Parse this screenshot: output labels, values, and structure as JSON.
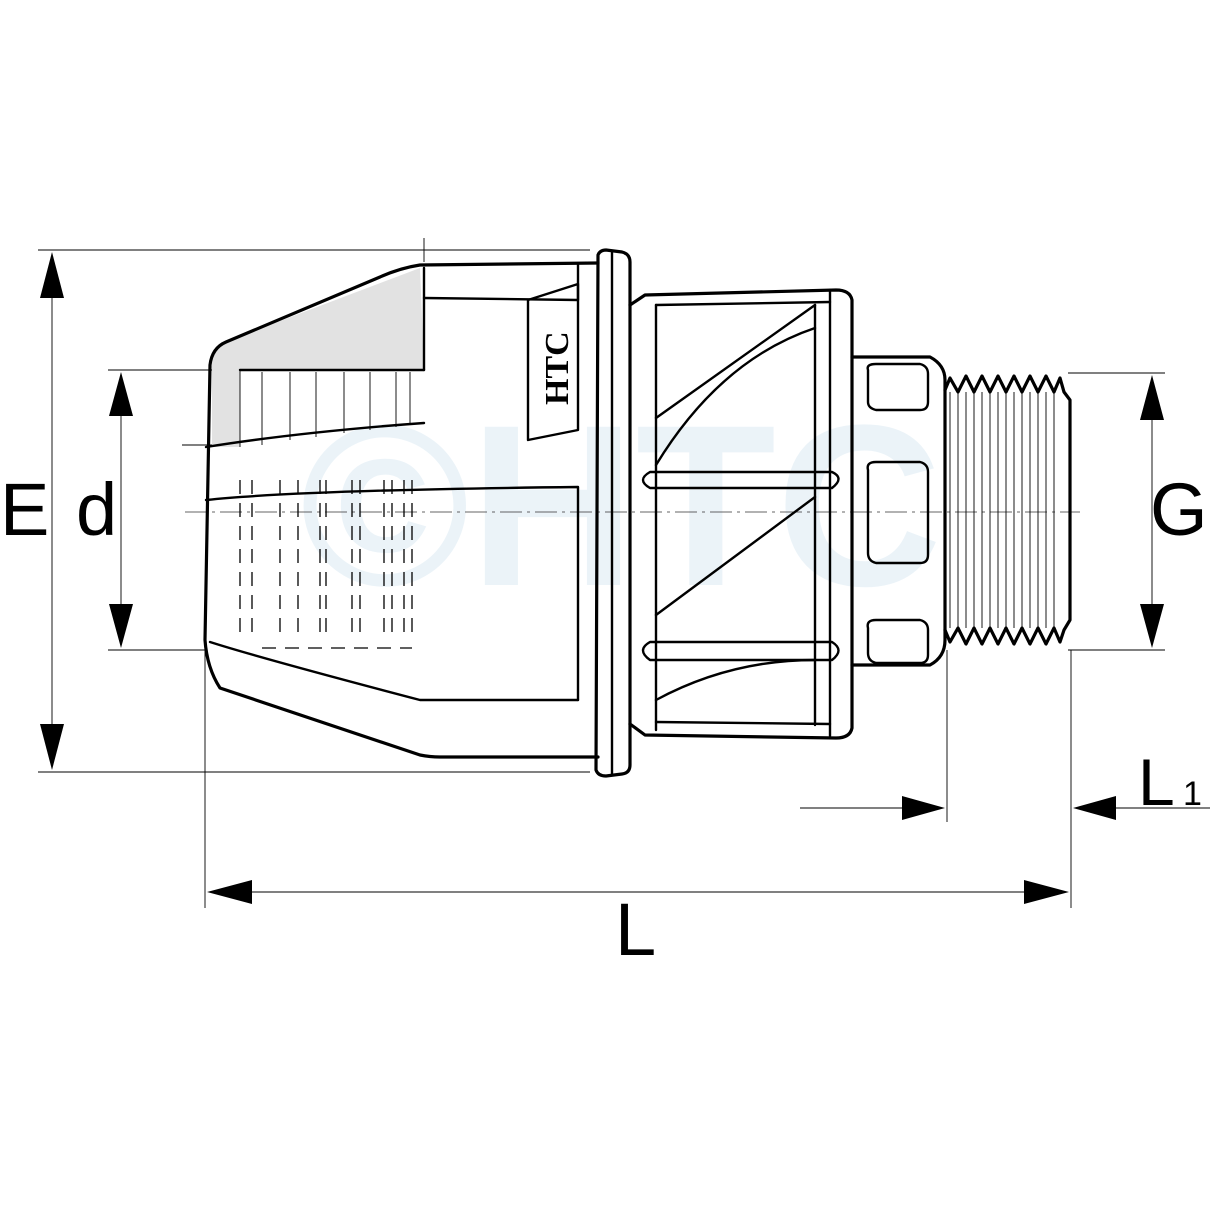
{
  "drawing": {
    "brand_mark": "HTC",
    "watermark": "©HTC",
    "dimensions": {
      "E": "E",
      "d": "d",
      "G": "G",
      "L": "L",
      "L1_main": "L",
      "L1_sub": "1"
    }
  }
}
